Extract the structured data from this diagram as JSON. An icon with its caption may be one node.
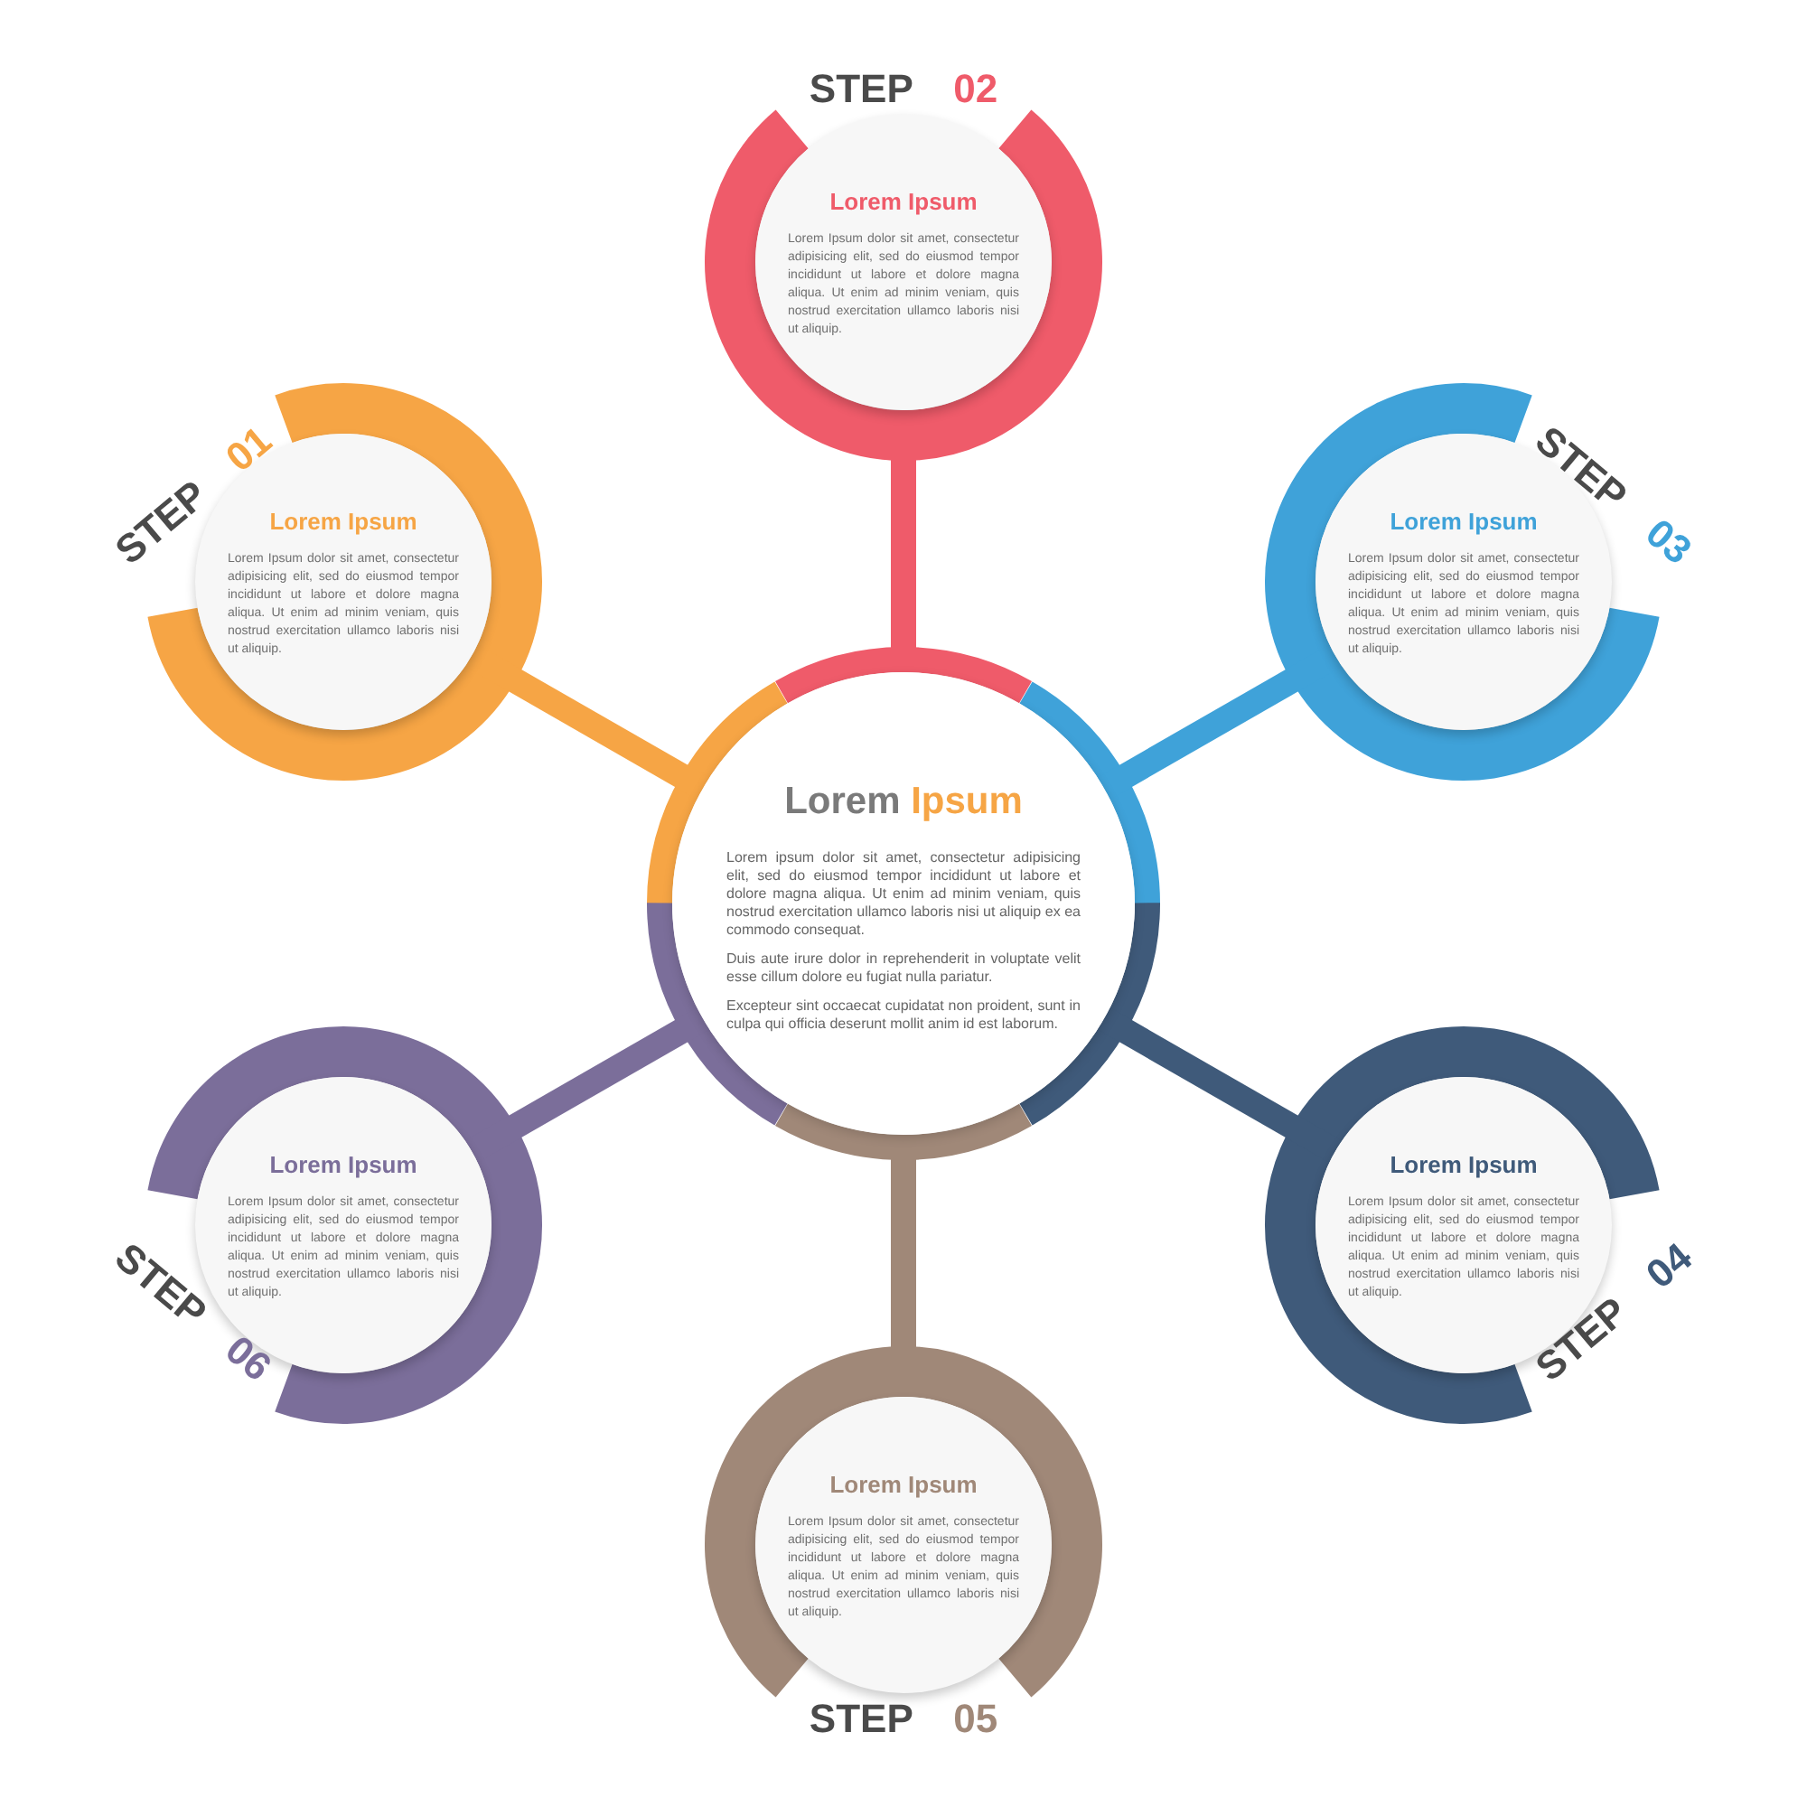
{
  "diagram": {
    "nodes": [
      {
        "text": [
          "Lorem *Ipsum*",
          "Lorem ipsum dolor sit amet, consectetur adipisicing elit, sed do eiusmod tempor incididunt ut labore et dolore magna aliqua. Ut enim ad minim veniam, quis nostrud exercitation ullamco laboris nisi ut aliquip ex ea commodo consequat.",
          "Duis aute irure dolor in reprehenderit in voluptate velit esse cillum dolore eu fugiat nulla pariatur.",
          "Excepteur sint occaecat cupidatat non proident, sunt in culpa qui officia deserunt mollit anim id est laborum."
        ]
      },
      {
        "text": [
          "Lorem Ipsum",
          "Lorem Ipsum dolor sit amet, consectetur adipisicing elit, sed do eiusmod tempor incididunt ut labore et dolore magna aliqua. Ut enim ad minim veniam, quis nostrud exercitation ullamco laboris nisi ut aliquip."
        ],
        "beside": [
          "STEP *01*"
        ]
      },
      {
        "text": [
          "Lorem Ipsum",
          "Lorem Ipsum dolor sit amet, consectetur adipisicing elit, sed do eiusmod tempor incididunt ut labore et dolore magna aliqua. Ut enim ad minim veniam, quis nostrud exercitation ullamco laboris nisi ut aliquip."
        ],
        "beside": [
          "STEP *02*"
        ]
      },
      {
        "text": [
          "Lorem Ipsum",
          "Lorem Ipsum dolor sit amet, consectetur adipisicing elit, sed do eiusmod tempor incididunt ut labore et dolore magna aliqua. Ut enim ad minim veniam, quis nostrud exercitation ullamco laboris nisi ut aliquip."
        ],
        "beside": [
          "STEP *03*"
        ]
      },
      {
        "text": [
          "Lorem Ipsum",
          "Lorem Ipsum dolor sit amet, consectetur adipisicing elit, sed do eiusmod tempor incididunt ut labore et dolore magna aliqua. Ut enim ad minim veniam, quis nostrud exercitation ullamco laboris nisi ut aliquip."
        ],
        "beside": [
          "STEP *04*"
        ]
      },
      {
        "text": [
          "Lorem Ipsum",
          "Lorem Ipsum dolor sit amet, consectetur adipisicing elit, sed do eiusmod tempor incididunt ut labore et dolore magna aliqua. Ut enim ad minim veniam, quis nostrud exercitation ullamco laboris nisi ut aliquip."
        ],
        "beside": [
          "STEP *05*"
        ]
      },
      {
        "text": [
          "Lorem Ipsum",
          "Lorem Ipsum dolor sit amet, consectetur adipisicing elit, sed do eiusmod tempor incididunt ut labore et dolore magna aliqua. Ut enim ad minim veniam, quis nostrud exercitation ullamco laboris nisi ut aliquip."
        ],
        "beside": [
          "STEP *06*"
        ]
      }
    ],
    "edges": [
      {
        "from": 0,
        "to": 1,
        "arrow": "none",
        "color": "#f6a545"
      },
      {
        "from": 0,
        "to": 2,
        "arrow": "none",
        "color": "#ef5b6a"
      },
      {
        "from": 0,
        "to": 3,
        "arrow": "none",
        "color": "#3fa2d9"
      },
      {
        "from": 0,
        "to": 4,
        "arrow": "none",
        "color": "#3f5a7a"
      },
      {
        "from": 0,
        "to": 5,
        "arrow": "none",
        "color": "#a08878"
      },
      {
        "from": 0,
        "to": 6,
        "arrow": "none",
        "color": "#7b6e9a"
      }
    ]
  }
}
